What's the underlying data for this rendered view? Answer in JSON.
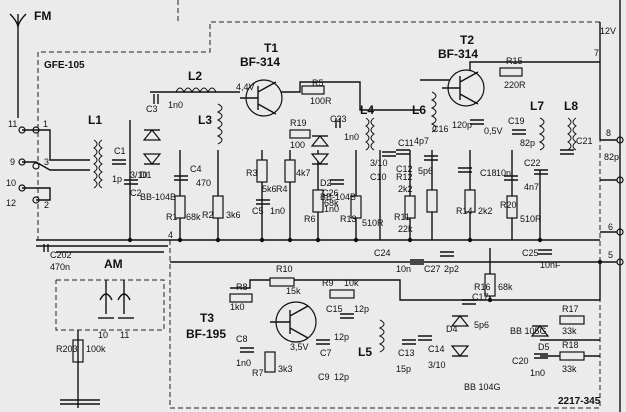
{
  "module": {
    "name": "GFE-105",
    "drawing_no": "2217-345"
  },
  "inputs": {
    "fm": "FM",
    "am": "AM",
    "supply": "12V"
  },
  "transistors": {
    "t1": {
      "ref": "T1",
      "type": "BF-314"
    },
    "t2": {
      "ref": "T2",
      "type": "BF-314"
    },
    "t3": {
      "ref": "T3",
      "type": "BF-195"
    }
  },
  "voltages": {
    "t1_v": "4,4V",
    "t2_v": "0,5V",
    "t3_v": "3,5V"
  },
  "inductors": [
    "L1",
    "L2",
    "L3",
    "L4",
    "L5",
    "L6",
    "L7",
    "L8"
  ],
  "resistors": {
    "r1": [
      "R1",
      "68k"
    ],
    "r2": [
      "R2",
      "3k6"
    ],
    "r3": [
      "R3",
      "5k6"
    ],
    "r4": [
      "R4",
      "4k7"
    ],
    "r5": [
      "R5",
      "100R"
    ],
    "r6": [
      "R6",
      "68k"
    ],
    "r7": [
      "R7",
      "3k3"
    ],
    "r8": [
      "R8",
      "1k0"
    ],
    "r9": [
      "R9",
      "10k"
    ],
    "r10": [
      "R10",
      "15k"
    ],
    "r11": [
      "R11",
      "22k"
    ],
    "r12": [
      "R12",
      "2k2"
    ],
    "r13": [
      "R13",
      "510R"
    ],
    "r14": [
      "R14",
      "2k2"
    ],
    "r15": [
      "R15",
      "220R"
    ],
    "r16": [
      "R16",
      "68k"
    ],
    "r17": [
      "R17",
      "33k"
    ],
    "r18": [
      "R18",
      "33k"
    ],
    "r19": [
      "R19",
      "100"
    ],
    "r20": [
      "R20",
      "510R"
    ],
    "r203": [
      "R203",
      "100k"
    ]
  },
  "capacitors": {
    "c1": [
      "C1",
      "1p"
    ],
    "c2": [
      "C2",
      "3/10"
    ],
    "c3": [
      "C3",
      "1n0"
    ],
    "c4": [
      "C4",
      "470"
    ],
    "c5": [
      "C5",
      "1n0"
    ],
    "c7": [
      "C7",
      "12p"
    ],
    "c8": [
      "C8",
      "1n0"
    ],
    "c9": [
      "C9",
      "12p"
    ],
    "c10": [
      "C10",
      "3/10"
    ],
    "c11": [
      "C11",
      "4p7"
    ],
    "c12": [
      "C12",
      "5p6"
    ],
    "c13": [
      "C13",
      "15p"
    ],
    "c14": [
      "C14",
      "3/10"
    ],
    "c15": [
      "C15",
      "12p"
    ],
    "c16": [
      "C16",
      "120p"
    ],
    "c17": [
      "C17",
      "5p6"
    ],
    "c18": [
      "C18",
      "10n"
    ],
    "c19": [
      "C19",
      "82p"
    ],
    "c20": [
      "C20",
      "1n0"
    ],
    "c21": [
      "C21",
      "82p"
    ],
    "c22": [
      "C22",
      "4n7"
    ],
    "c23": [
      "C23",
      "1n0"
    ],
    "c24": [
      "C24",
      "10n"
    ],
    "c25": [
      "C25",
      "10nF"
    ],
    "c26": [
      "C26",
      "1n0"
    ],
    "c27": [
      "C27",
      "2p2"
    ],
    "c202": [
      "C202",
      "470n"
    ]
  },
  "diodes": {
    "d1": [
      "D1",
      "BB-104B"
    ],
    "d2": [
      "D2",
      "BB-104B"
    ],
    "d4": [
      "D4",
      "BB 104G"
    ],
    "d5": [
      "D5",
      "BB 105G"
    ]
  },
  "pins": [
    "1",
    "2",
    "3",
    "4",
    "5",
    "6",
    "7",
    "8",
    "9",
    "10",
    "11",
    "12"
  ]
}
